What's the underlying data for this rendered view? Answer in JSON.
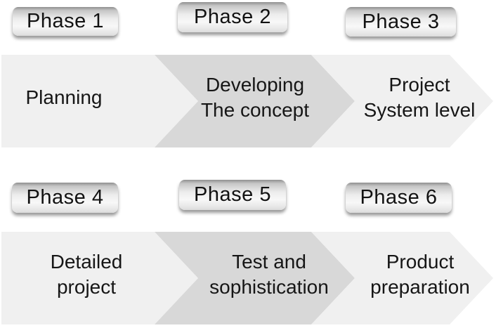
{
  "diagram": {
    "rows": [
      {
        "steps": [
          {
            "badge": "Phase 1",
            "text": "Planning"
          },
          {
            "badge": "Phase 2",
            "text": "Developing\nThe concept"
          },
          {
            "badge": "Phase 3",
            "text": "Project\nSystem level"
          }
        ]
      },
      {
        "steps": [
          {
            "badge": "Phase 4",
            "text": "Detailed\nproject"
          },
          {
            "badge": "Phase 5",
            "text": "Test and\nsophistication"
          },
          {
            "badge": "Phase 6",
            "text": "Product\npreparation"
          }
        ]
      }
    ],
    "colors": {
      "background": "#ffffff",
      "chevron_light": "#f0f0f0",
      "chevron_dark": "#d8d8d8",
      "badge_gradient_top": "#8f8f8f",
      "badge_gradient_bottom": "#dcdcdc",
      "text": "#161616"
    }
  }
}
